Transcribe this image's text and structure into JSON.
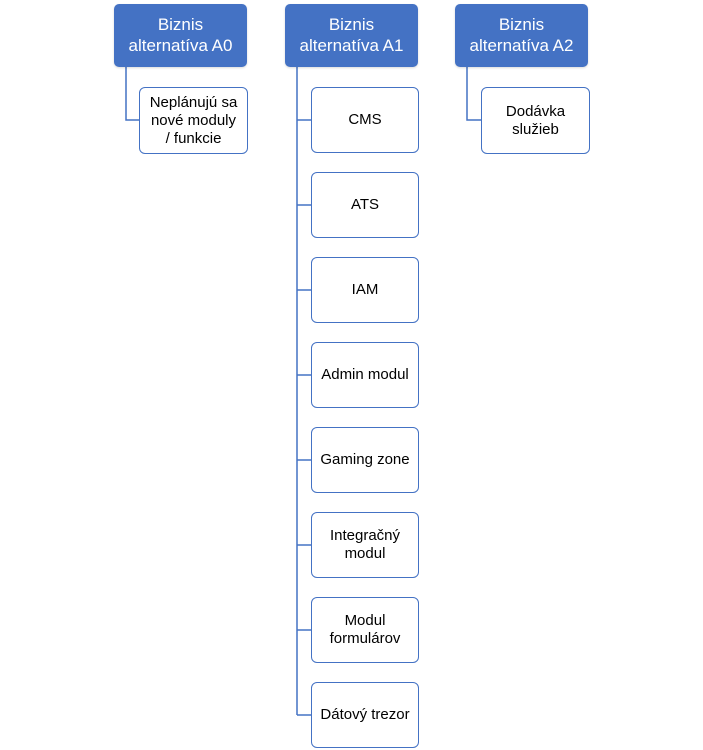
{
  "colors": {
    "header_fill": "#4472c4",
    "header_text": "#ffffff",
    "child_border": "#4472c4",
    "connector": "#4472c4"
  },
  "alternatives": [
    {
      "title": "Biznis\nalternatíva A0",
      "children": [
        "Neplánujú sa\nnové moduly\n/ funkcie"
      ]
    },
    {
      "title": "Biznis\nalternatíva A1",
      "children": [
        "CMS",
        "ATS",
        "IAM",
        "Admin modul",
        "Gaming zone",
        "Integračný\nmodul",
        "Modul\nformulárov",
        "Dátový trezor"
      ]
    },
    {
      "title": "Biznis\nalternatíva A2",
      "children": [
        "Dodávka\nslužieb"
      ]
    }
  ]
}
